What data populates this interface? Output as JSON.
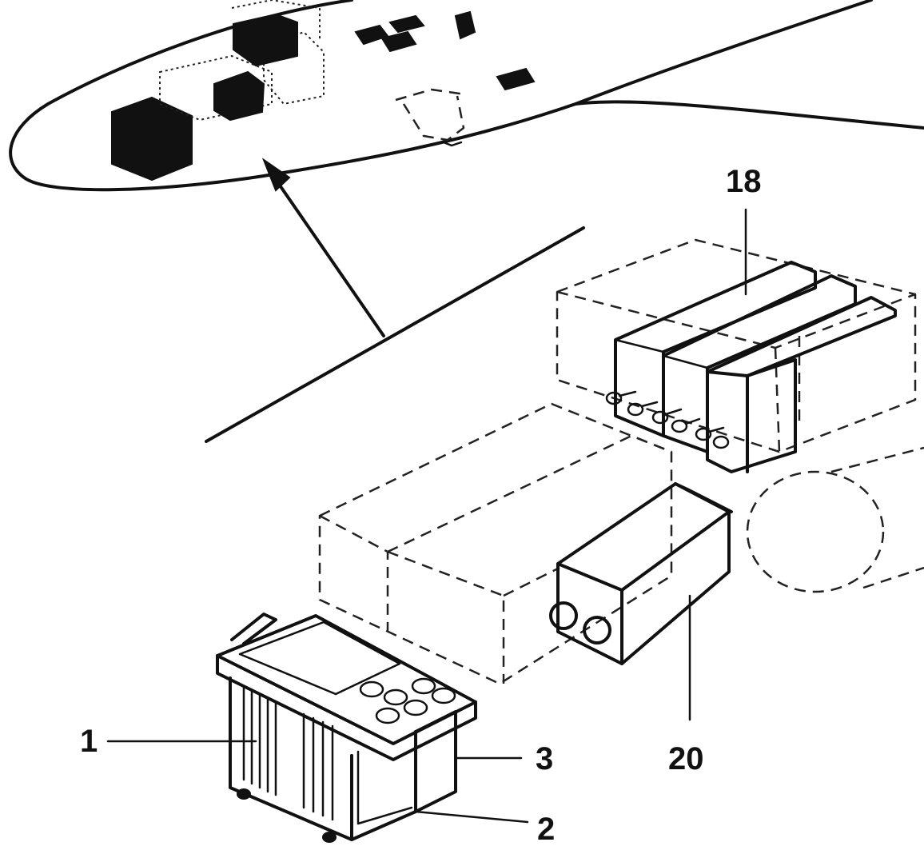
{
  "callouts": {
    "label_1": "1",
    "label_2": "2",
    "label_3": "3",
    "label_18": "18",
    "label_20": "20"
  },
  "colors": {
    "ink": "#111111",
    "paper": "#ffffff"
  }
}
